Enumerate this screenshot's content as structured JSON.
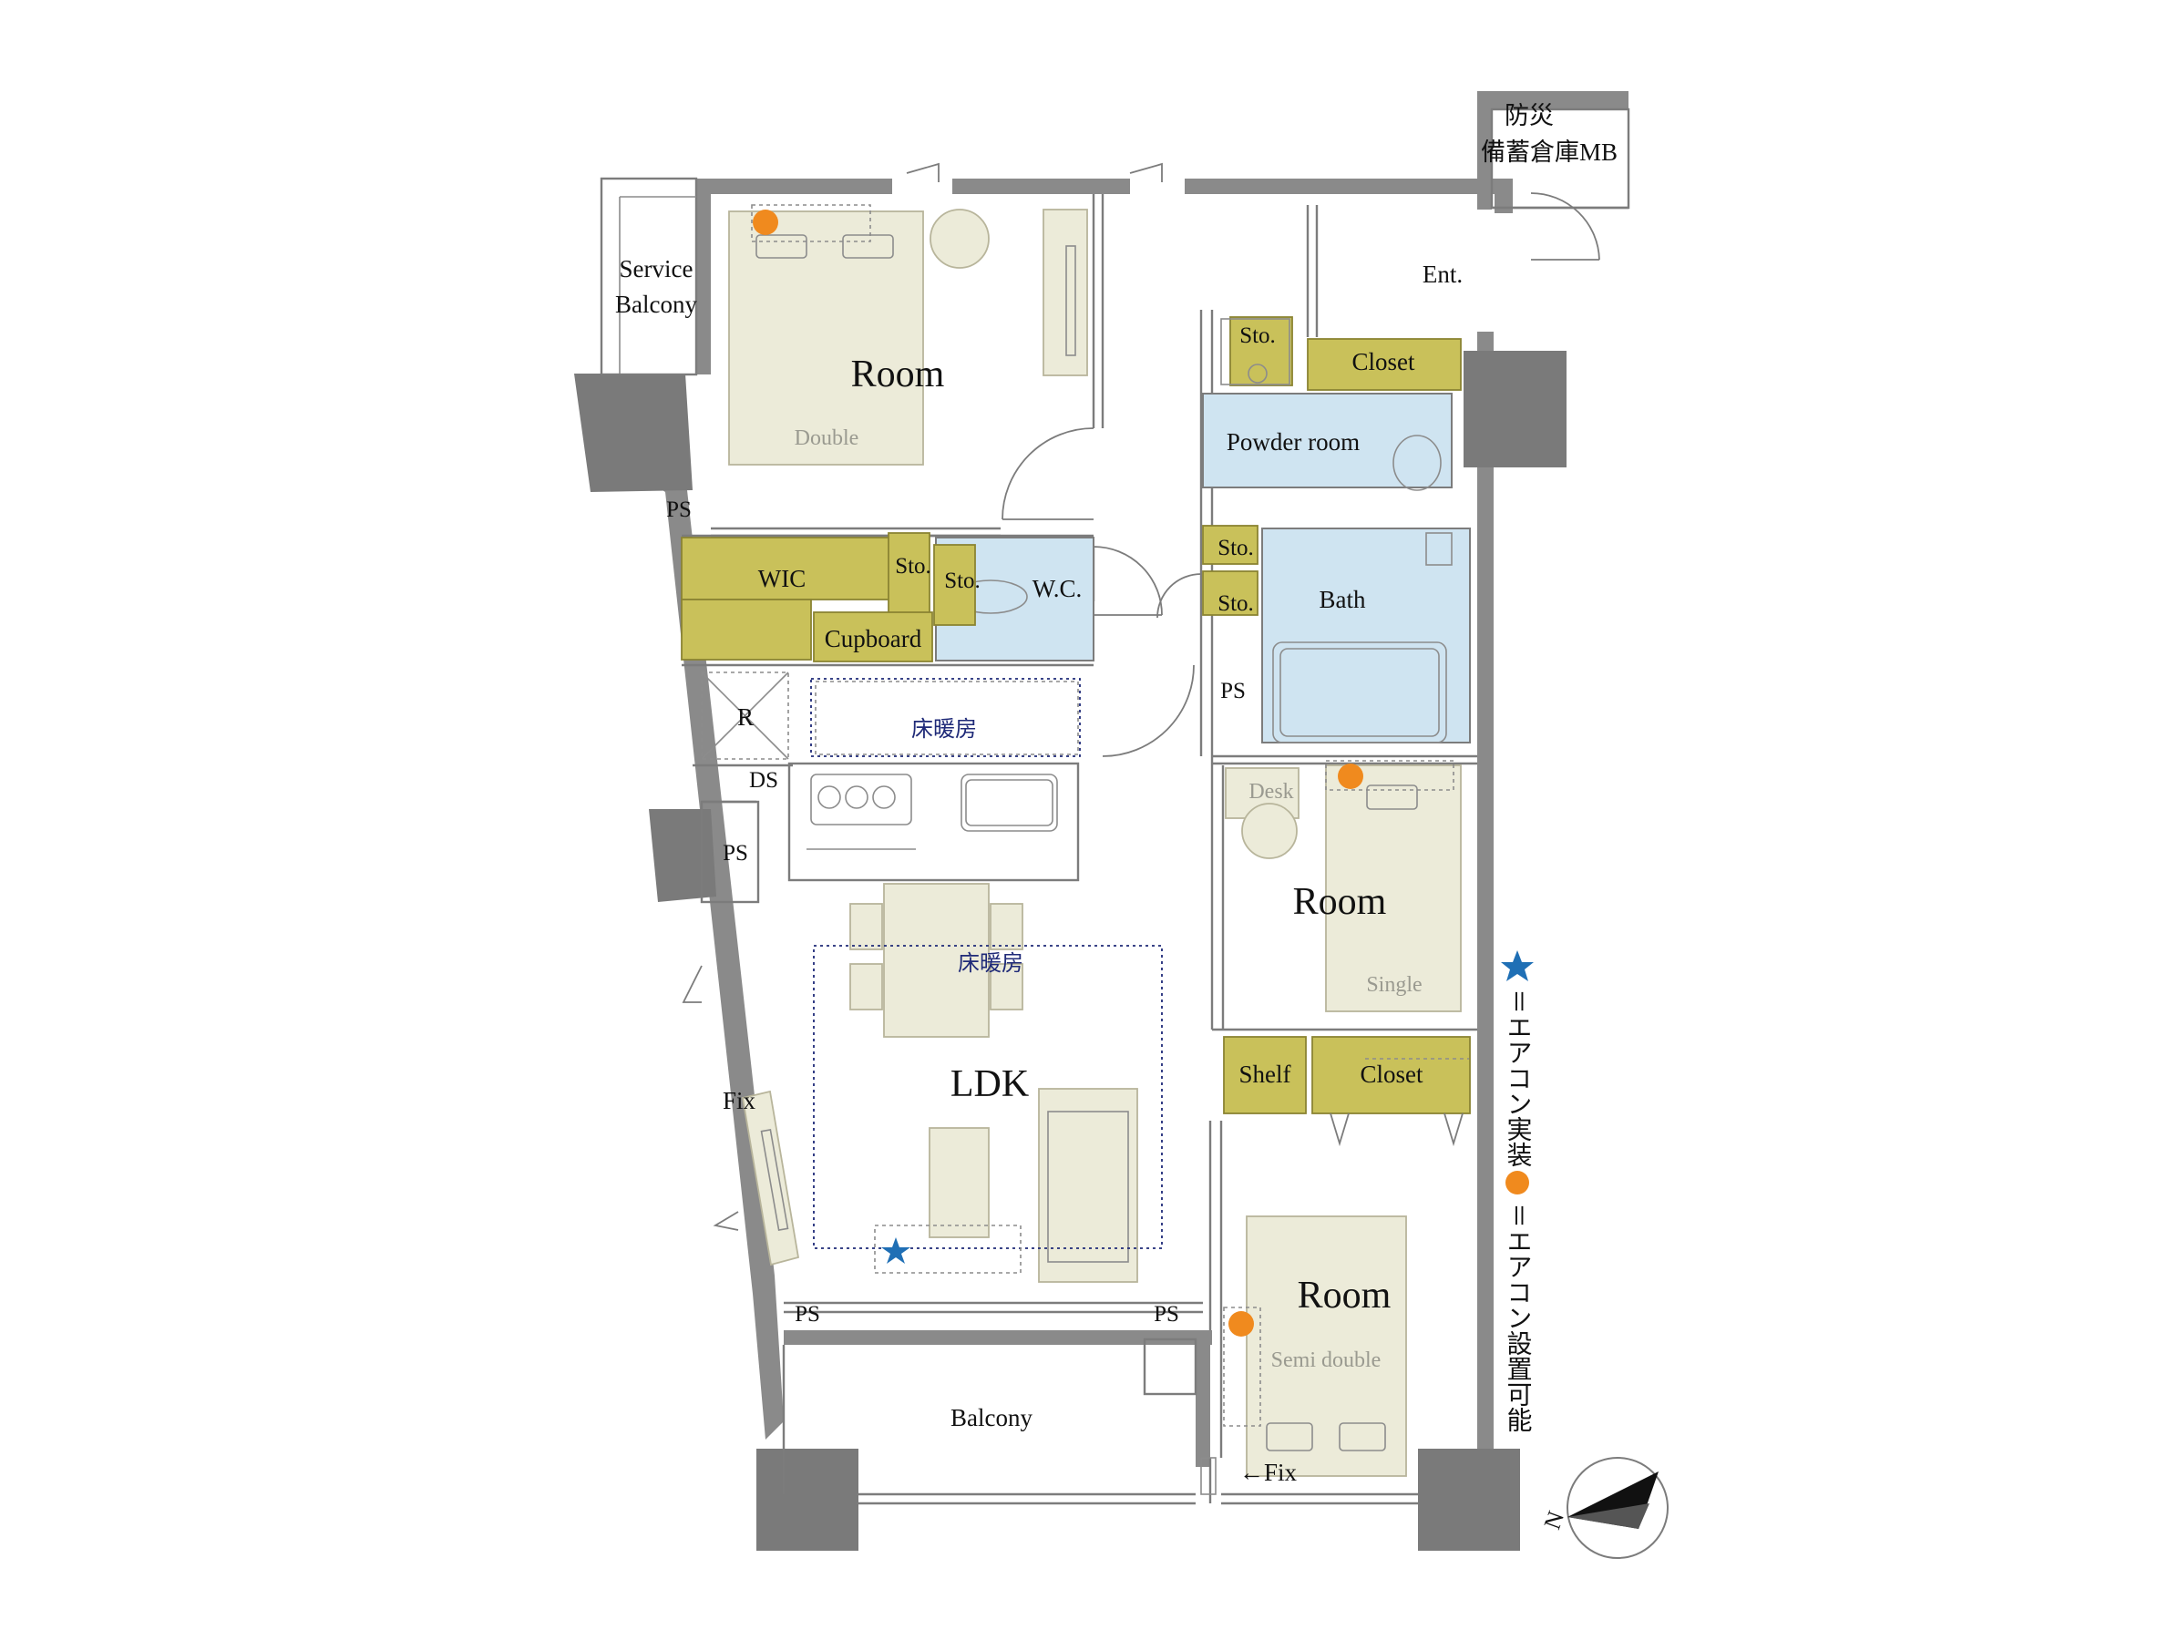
{
  "rooms": {
    "room_double": {
      "label": "Room",
      "bed": "Double"
    },
    "room_single": {
      "label": "Room",
      "bed": "Single"
    },
    "room_semi": {
      "label": "Room",
      "bed": "Semi double"
    },
    "ldk": "LDK",
    "ent": "Ent.",
    "balcony": "Balcony",
    "service_balcony": [
      "Service",
      "Balcony"
    ],
    "powder_room": "Powder room",
    "bath": "Bath",
    "wc": "W.C.",
    "wic": "WIC",
    "cupboard": "Cupboard",
    "closet_top": "Closet",
    "closet_mid": "Closet",
    "shelf": "Shelf",
    "desk": "Desk",
    "refrigerator": "R",
    "ds": "DS",
    "sto_powder": "Sto.",
    "sto_bath_1": "Sto.",
    "sto_bath_2": "Sto.",
    "sto_wic": "Sto.",
    "sto_wc": "Sto.",
    "ps_1": "PS",
    "ps_2": "PS",
    "ps_3": "PS",
    "ps_4": "PS",
    "ps_5": "PS",
    "fix_1": "Fix",
    "fix_2": "←Fix",
    "floor_heating_1": "床暖房",
    "floor_heating_2": "床暖房",
    "storage_line1": "防災",
    "storage_line2": "備蓄倉庫MB"
  },
  "legend": {
    "star_text": "＝エアコン実装",
    "dot_text": "＝エアコン設置可能"
  },
  "north": "N",
  "colors": {
    "wall": "#8a8a8a",
    "pillar": "#7a7a7a",
    "wet_area": "#cfe4f1",
    "storage": "#c9c15a",
    "furniture": "#ecebd9",
    "aircon_dot": "#f08a1e",
    "aircon_star": "#1f6fb5",
    "floor_heating": "#1f2a78"
  },
  "icons": [
    "star-icon",
    "aircon-dot-icon",
    "north-arrow-icon"
  ]
}
